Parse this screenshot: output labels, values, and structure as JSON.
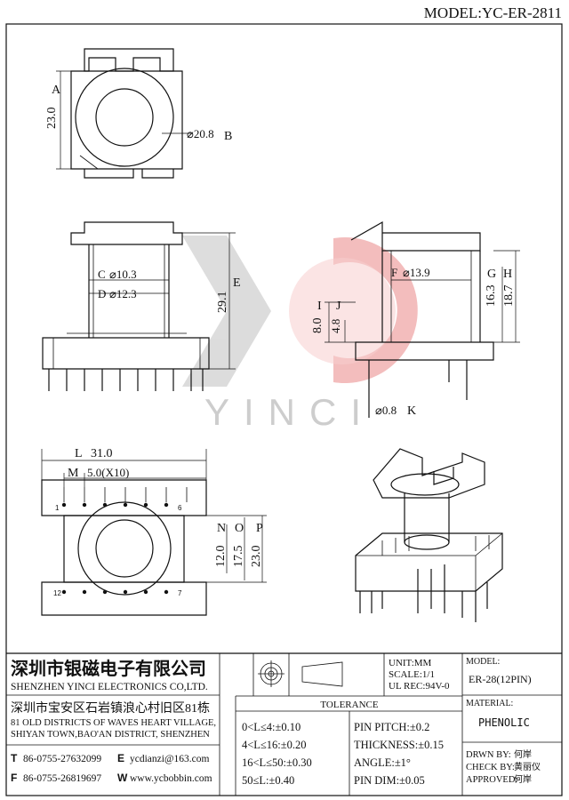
{
  "model_title": "MODEL:YC-ER-2811",
  "watermark": "YINCI",
  "dims": {
    "a_label": "A",
    "a_value": "23.0",
    "b_value": "⌀20.8",
    "b_label": "B",
    "c_label": "C",
    "c_value": "⌀10.3",
    "d_label": "D",
    "d_value": "⌀12.3",
    "e_value": "29.1",
    "e_label": "E",
    "f_label": "F",
    "f_value": "⌀13.9",
    "g_value": "16.3",
    "g_label": "G",
    "h_value": "18.7",
    "h_label": "H",
    "i_value": "8.0",
    "i_label": "I",
    "j_value": "4.8",
    "j_label": "J",
    "k_value": "⌀0.8",
    "k_label": "K",
    "l_label": "L",
    "l_value": "31.0",
    "m_label": "M",
    "m_value": "5.0(X10)",
    "n_value": "12.0",
    "n_label": "N",
    "o_value": "17.5",
    "o_label": "O",
    "p_value": "23.0",
    "p_label": "P",
    "pin_1": "1",
    "pin_6": "6",
    "pin_12": "12",
    "pin_7": "7"
  },
  "title_block": {
    "company_cn": "深圳市银磁电子有限公司",
    "company_en": "SHENZHEN YINCI ELECTRONICS CO,LTD.",
    "address_cn": "深圳市宝安区石岩镇浪心村旧区81栋",
    "address_en_1": "81 OLD DISTRICTS OF WAVES HEART VILLAGE,",
    "address_en_2": "SHIYAN TOWN,BAO'AN DISTRICT, SHENZHEN",
    "t_label": "T",
    "t_value": "86-0755-27632099",
    "e_label": "E",
    "e_value": "ycdianzi@163.com",
    "f_label": "F",
    "f_value": "86-0755-26819697",
    "w_label": "W",
    "w_value": "www.ycbobbin.com",
    "unit": "UNIT:MM",
    "scale": "SCALE:1/1",
    "ul_rec": "UL REC:94V-0",
    "tolerance_title": "TOLERANCE",
    "tol_1": "0<L≤4:±0.10",
    "tol_2": "4<L≤16:±0.20",
    "tol_3": "16<L≤50:±0.30",
    "tol_4": "50≤L:±0.40",
    "pin_pitch": "PIN PITCH:±0.2",
    "thickness": "THICKNESS:±0.15",
    "angle": "ANGLE:±1°",
    "pin_dim": "PIN DIM:±0.05",
    "model_label": "MODEL:",
    "model_value": "ER-28(12PIN)",
    "material_label": "MATERIAL:",
    "material_value": "PHENOLIC",
    "drwn_by": "DRWN BY:",
    "drwn_name": "何岸",
    "check_by": "CHECK BY:",
    "check_name": "黄丽仪",
    "approved": "APPROVED:",
    "approved_name": "何岸"
  }
}
